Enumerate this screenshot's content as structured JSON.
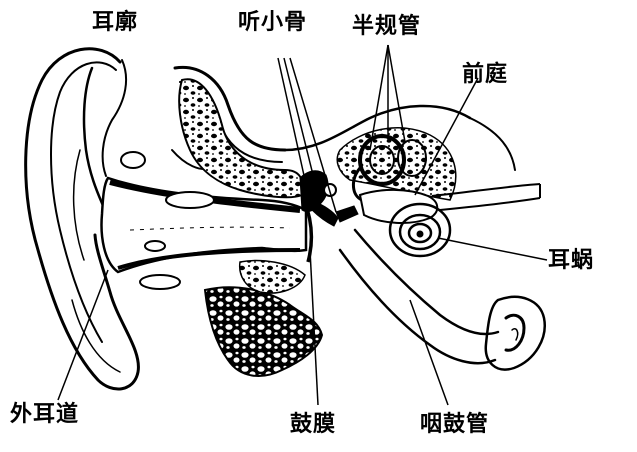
{
  "diagram": {
    "labels": {
      "auricle": "耳廓",
      "ossicles": "听小骨",
      "semicircular_canals": "半规管",
      "vestibule": "前庭",
      "cochlea": "耳蜗",
      "external_canal": "外耳道",
      "eardrum": "鼓膜",
      "eustachian_tube": "咽鼓管"
    },
    "colors": {
      "ink": "#000000",
      "paper": "#ffffff"
    }
  }
}
